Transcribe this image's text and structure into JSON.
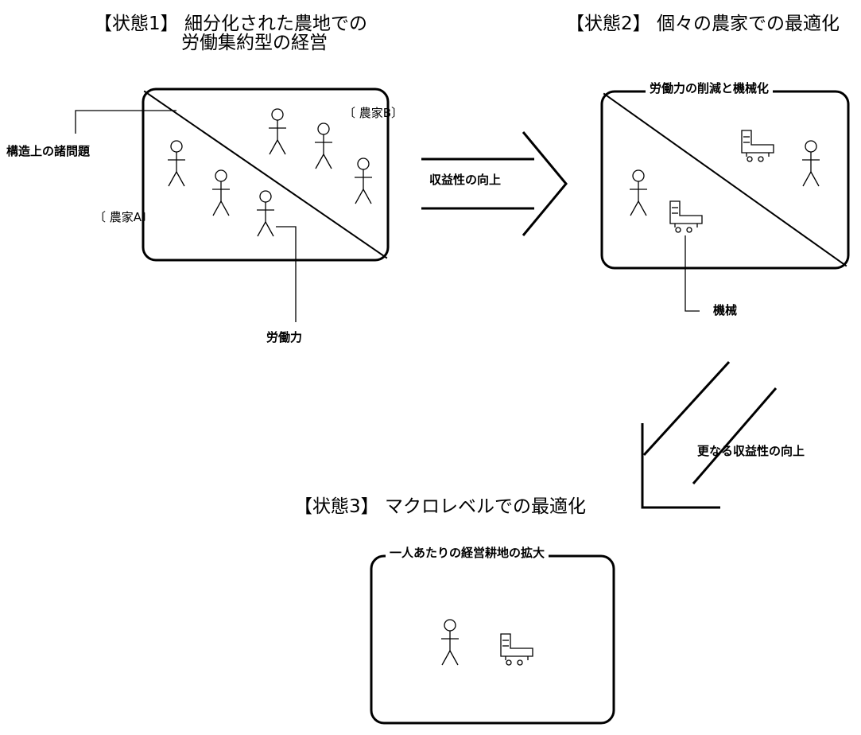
{
  "state1": {
    "title_line1": "【状態1】 細分化された農地での",
    "title_line2": "労働集約型の経営",
    "farmer_a": "〔 農家A〕",
    "farmer_b": "〔 農家B〕",
    "structural_issues": "構造上の諸問題",
    "labor": "労働力"
  },
  "state2": {
    "title": "【状態2】 個々の農家での最適化",
    "frame_caption": "労働力の削減と機械化",
    "machine": "機械"
  },
  "state3": {
    "title": "【状態3】 マクロレベルでの最適化",
    "frame_caption": "一人あたりの経営耕地の拡大"
  },
  "arrows": {
    "arrow1_label": "収益性の向上",
    "arrow2_label": "更なる収益性の向上"
  },
  "icons": {
    "person": "stick-figure-icon",
    "machine": "tractor-icon"
  }
}
